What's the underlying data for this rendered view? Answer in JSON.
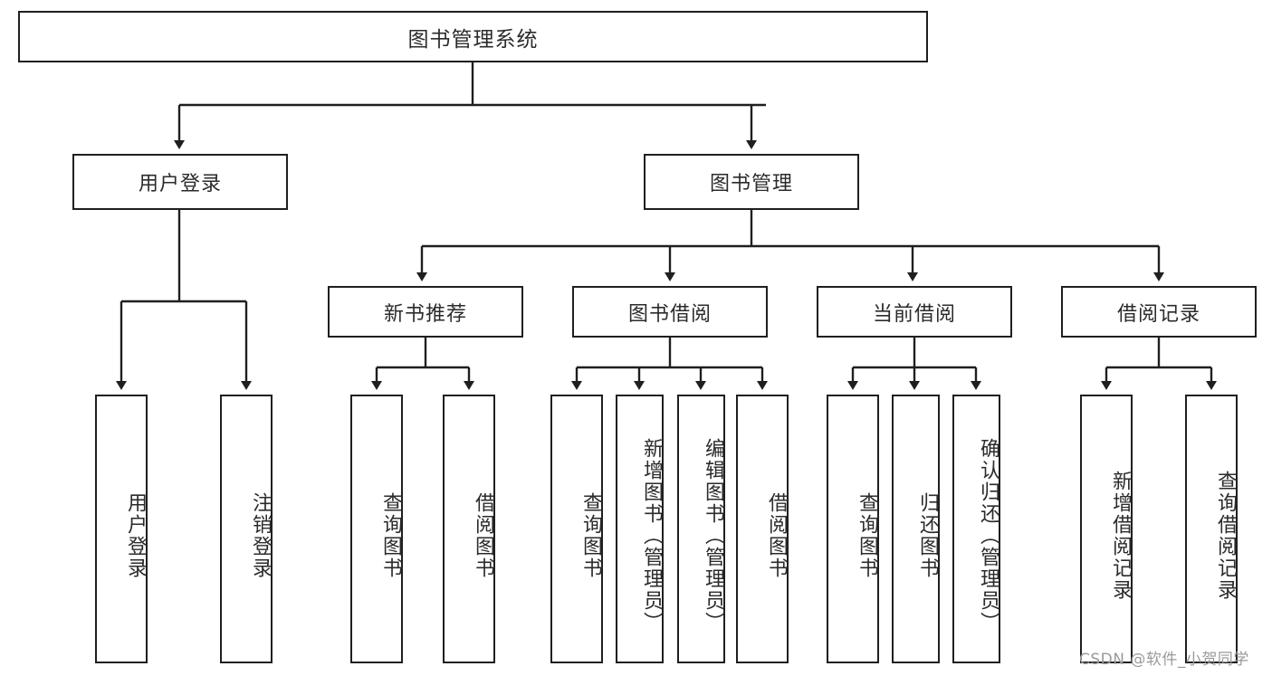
{
  "diagram": {
    "title": "图书管理系统",
    "type": "hierarchy-tree",
    "watermark": "CSDN @软件_小贺同学",
    "colors": {
      "stroke": "#1f1f1f",
      "fill": "#ffffff",
      "text": "#2b2b2b",
      "watermark": "#9a9a9a"
    },
    "level1": {
      "label": "图书管理系统"
    },
    "level2": [
      {
        "label": "用户登录"
      },
      {
        "label": "图书管理"
      }
    ],
    "level3": [
      {
        "label": "新书推荐"
      },
      {
        "label": "图书借阅"
      },
      {
        "label": "当前借阅"
      },
      {
        "label": "借阅记录"
      }
    ],
    "leaves": {
      "user_login": [
        {
          "label": "用户登录"
        },
        {
          "label": "注销登录"
        }
      ],
      "new_book_recommend": [
        {
          "label": "查询图书"
        },
        {
          "label": "借阅图书"
        }
      ],
      "book_borrow": [
        {
          "label": "查询图书"
        },
        {
          "label": "新增图书（管理员）"
        },
        {
          "label": "编辑图书（管理员）"
        },
        {
          "label": "借阅图书"
        }
      ],
      "current_borrow": [
        {
          "label": "查询图书"
        },
        {
          "label": "归还图书"
        },
        {
          "label": "确认归还（管理员）"
        }
      ],
      "borrow_record": [
        {
          "label": "新增借阅记录"
        },
        {
          "label": "查询借阅记录"
        }
      ]
    }
  }
}
